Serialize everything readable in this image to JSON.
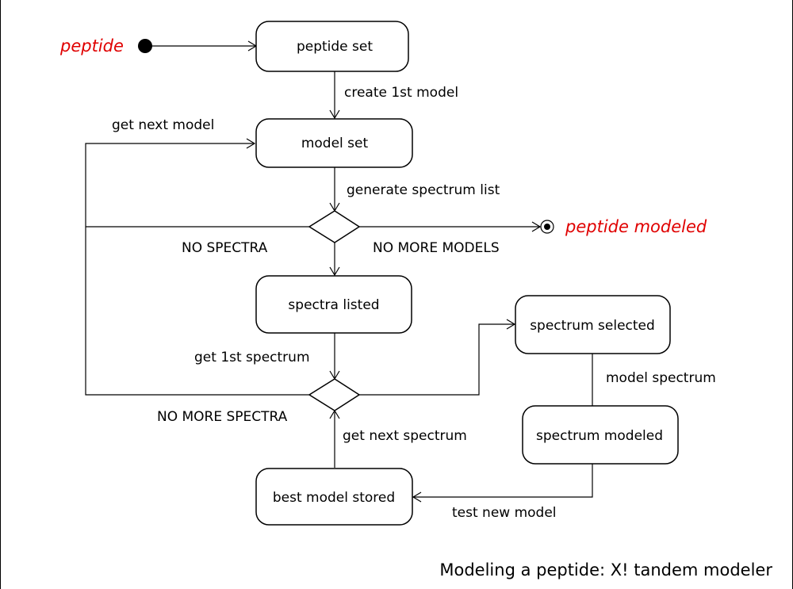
{
  "colors": {
    "accent": "#e00000",
    "line": "#000000",
    "background": "#ffffff"
  },
  "terminals": {
    "start_label": "peptide",
    "end_label": "peptide modeled"
  },
  "states": {
    "peptide_set": "peptide set",
    "model_set": "model set",
    "spectra_listed": "spectra listed",
    "spectrum_selected": "spectrum selected",
    "spectrum_modeled": "spectrum modeled",
    "best_model_stored": "best model stored"
  },
  "transitions": {
    "create_first_model": "create 1st model",
    "get_next_model": "get next model",
    "generate_spectrum_list": "generate spectrum list",
    "no_spectra": "NO SPECTRA",
    "no_more_models": "NO MORE MODELS",
    "get_first_spectrum": "get 1st spectrum",
    "no_more_spectra": "NO MORE SPECTRA",
    "model_spectrum": "model spectrum",
    "get_next_spectrum": "get next spectrum",
    "test_new_model": "test new model"
  },
  "caption": "Modeling a peptide: X! tandem modeler"
}
